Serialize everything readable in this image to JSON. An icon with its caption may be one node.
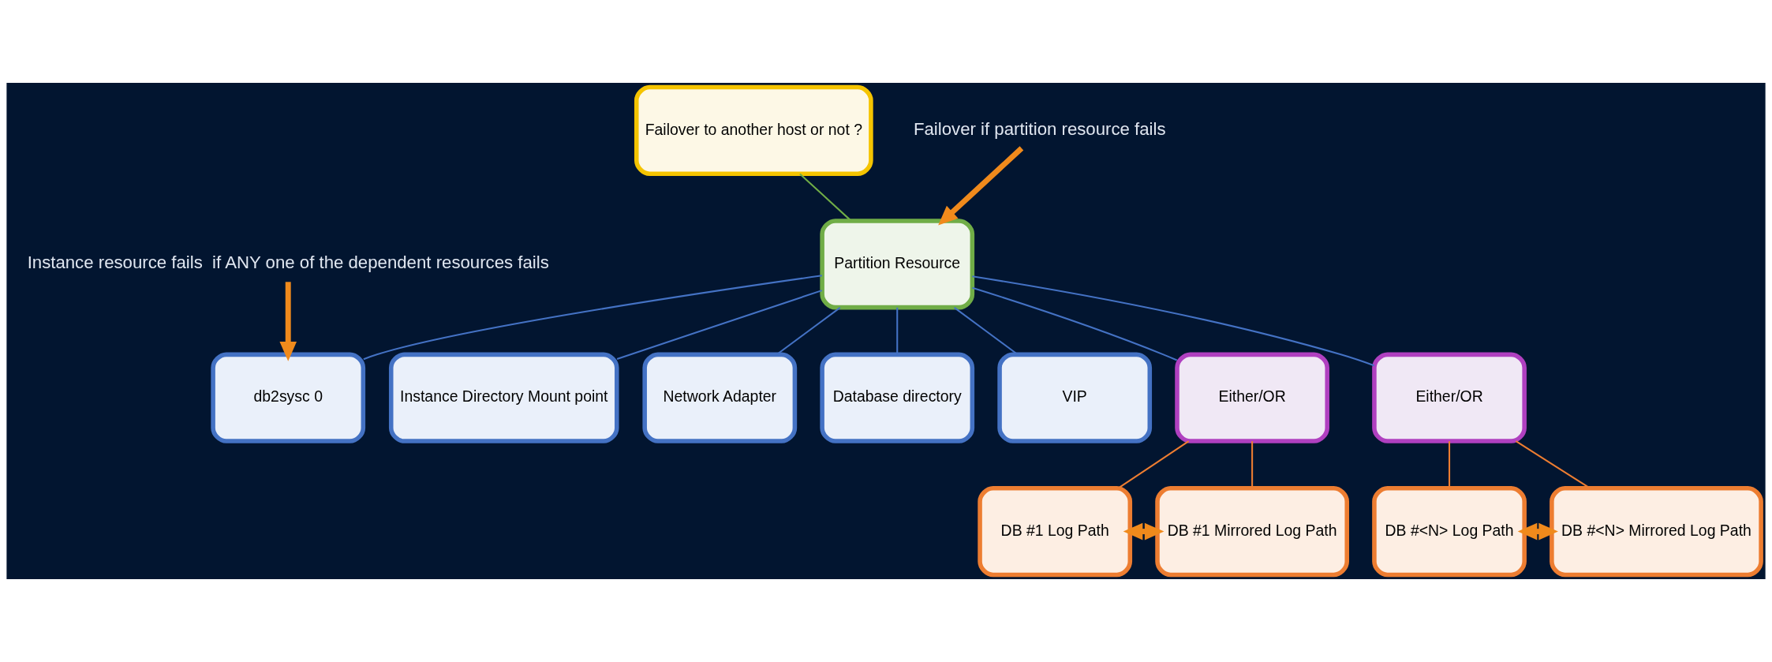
{
  "diagram": {
    "nodes": [
      {
        "text": [
          "Failover to another host or not ?"
        ]
      },
      {
        "text": [
          "Partition Resource"
        ]
      },
      {
        "text": [
          "db2sysc 0"
        ]
      },
      {
        "text": [
          "Instance Directory Mount point"
        ]
      },
      {
        "text": [
          "Network Adapter"
        ]
      },
      {
        "text": [
          "Database directory"
        ]
      },
      {
        "text": [
          "VIP"
        ]
      },
      {
        "text": [
          "Either/OR"
        ]
      },
      {
        "text": [
          "Either/OR"
        ]
      },
      {
        "text": [
          "DB #1 Log Path"
        ]
      },
      {
        "text": [
          "DB #1 Mirrored Log Path"
        ]
      },
      {
        "text": [
          "DB #<N> Log Path"
        ]
      },
      {
        "text": [
          "DB #<N> Mirrored Log Path"
        ]
      },
      {
        "text": [
          "Failover if partition resource fails"
        ]
      },
      {
        "text": [
          "Instance resource fails  if ANY one of the dependent resources fails"
        ]
      }
    ],
    "edges": [
      {
        "from": 0,
        "to": 1,
        "arrow": "none",
        "color": "#70ad47"
      },
      {
        "from": 1,
        "to": 2,
        "arrow": "none"
      },
      {
        "from": 1,
        "to": 3,
        "arrow": "none"
      },
      {
        "from": 1,
        "to": 4,
        "arrow": "none"
      },
      {
        "from": 1,
        "to": 5,
        "arrow": "none"
      },
      {
        "from": 1,
        "to": 6,
        "arrow": "none"
      },
      {
        "from": 1,
        "to": 7,
        "arrow": "none"
      },
      {
        "from": 1,
        "to": 8,
        "arrow": "none"
      },
      {
        "from": 7,
        "to": 9,
        "arrow": "none",
        "color": "#ed7d31"
      },
      {
        "from": 7,
        "to": 10,
        "arrow": "none",
        "color": "#ed7d31"
      },
      {
        "from": 8,
        "to": 11,
        "arrow": "none",
        "color": "#ed7d31"
      },
      {
        "from": 8,
        "to": 12,
        "arrow": "none",
        "color": "#ed7d31"
      },
      {
        "from": 13,
        "to": 1,
        "arrow": "to",
        "style": "thick",
        "color": "#f08a1c"
      },
      {
        "from": 14,
        "to": 2,
        "arrow": "to",
        "style": "thick",
        "color": "#f08a1c"
      },
      {
        "from": 9,
        "to": 10,
        "arrow": "both",
        "style": "thick",
        "color": "#f08a1c"
      },
      {
        "from": 11,
        "to": 12,
        "arrow": "both",
        "style": "thick",
        "color": "#f08a1c"
      }
    ]
  }
}
